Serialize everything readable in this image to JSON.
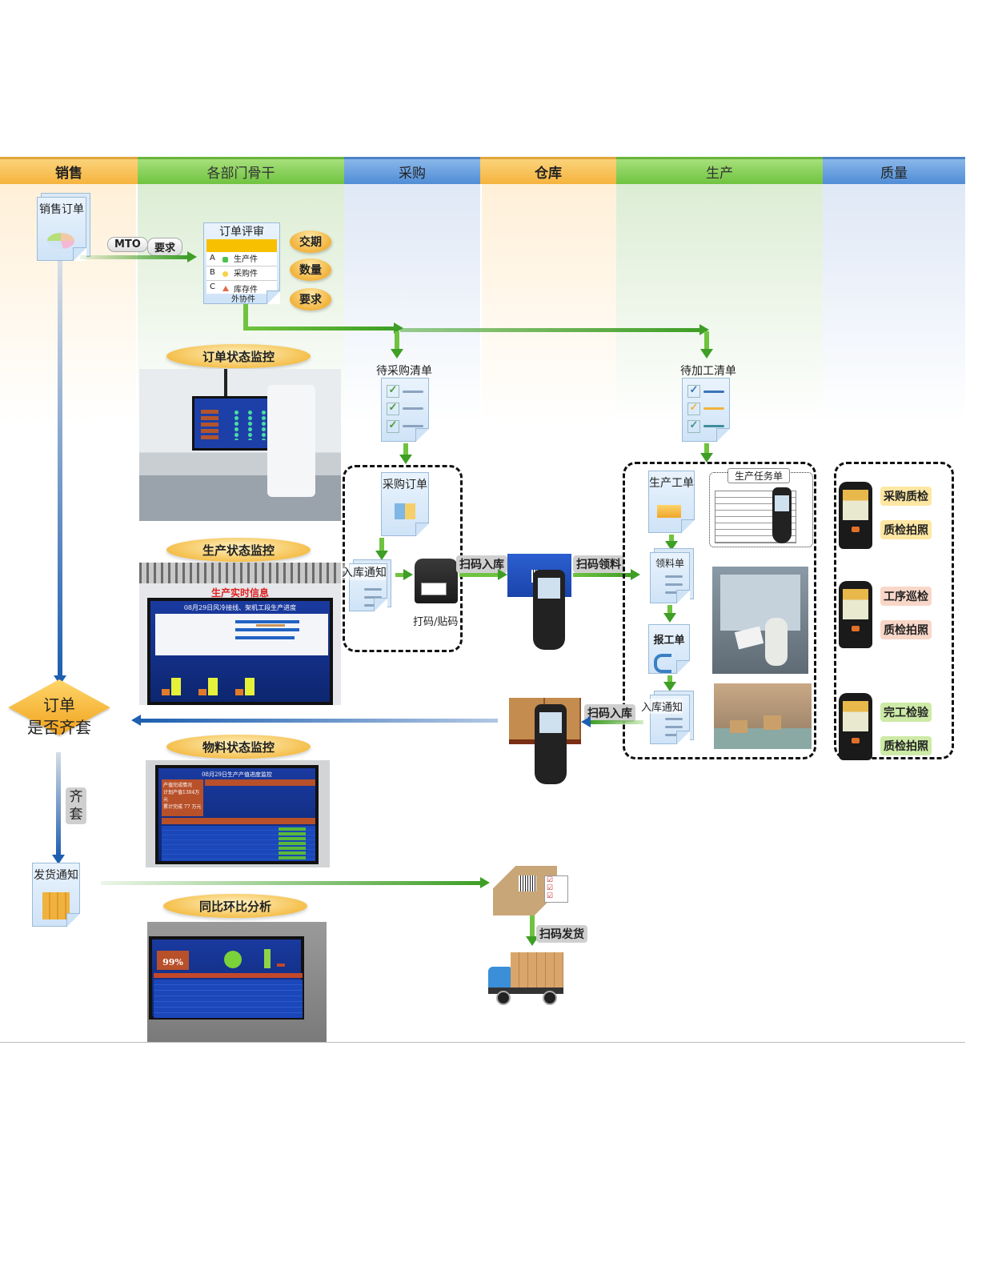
{
  "lanes": [
    {
      "label": "销售",
      "color": "orange"
    },
    {
      "label": "各部门骨干",
      "color": "green"
    },
    {
      "label": "采购",
      "color": "blue"
    },
    {
      "label": "仓库",
      "color": "orange"
    },
    {
      "label": "生产",
      "color": "green"
    },
    {
      "label": "质量",
      "color": "blue"
    }
  ],
  "sales": {
    "sales_order": "销售订单",
    "mto_tag": "MTO",
    "requirement_tag": "要求",
    "decision_line1": "订单",
    "decision_line2": "是否齐套",
    "complete_tag": "齐套",
    "ship_notice": "发货通知"
  },
  "order_review": {
    "title": "订单评审",
    "rows": [
      {
        "letter": "A",
        "label": "生产件",
        "marker": "green-hexagon"
      },
      {
        "letter": "B",
        "label": "采购件",
        "marker": "yellow-circle"
      },
      {
        "letter": "C",
        "label": "库存件",
        "marker": "red-triangle"
      }
    ],
    "extra": "外协件",
    "criteria": [
      "交期",
      "数量",
      "要求"
    ]
  },
  "monitors": {
    "order_status": "订单状态监控",
    "production_status": "生产状态监控",
    "production_realtime_sign": "生产实时信息",
    "production_screen_title": "08月29日风冷接线、架机工段生产进度",
    "material_status": "物料状态监控",
    "material_screen_title": "08月29日生产产值进度监控",
    "material_summary": [
      "产值完成情况",
      "计划产值1304万元",
      "累计完成 77 万元"
    ],
    "yoy_analysis": "同比环比分析",
    "yoy_rate": "99%"
  },
  "purchase": {
    "pending_list": "待采购清单",
    "purchase_order": "采购订单",
    "inbound_notice": "入库通知",
    "print_label": "打码/贴码",
    "scan_inbound": "扫码入库",
    "scan_pick": "扫码领料"
  },
  "production": {
    "pending_list": "待加工清单",
    "work_order": "生产工单",
    "task_sheet": "生产任务单",
    "picking_list": "领料单",
    "work_report": "报工单",
    "inbound_notice": "入库通知",
    "scan_inbound": "扫码入库"
  },
  "quality": {
    "groups": [
      {
        "check": "采购质检",
        "photo": "质检拍照",
        "color": "#fde7a3"
      },
      {
        "check": "工序巡检",
        "photo": "质检拍照",
        "color": "#f8d7c8"
      },
      {
        "check": "完工检验",
        "photo": "质检拍照",
        "color": "#cdeaa6"
      }
    ]
  },
  "shipping": {
    "scan_ship": "扫码发货"
  }
}
